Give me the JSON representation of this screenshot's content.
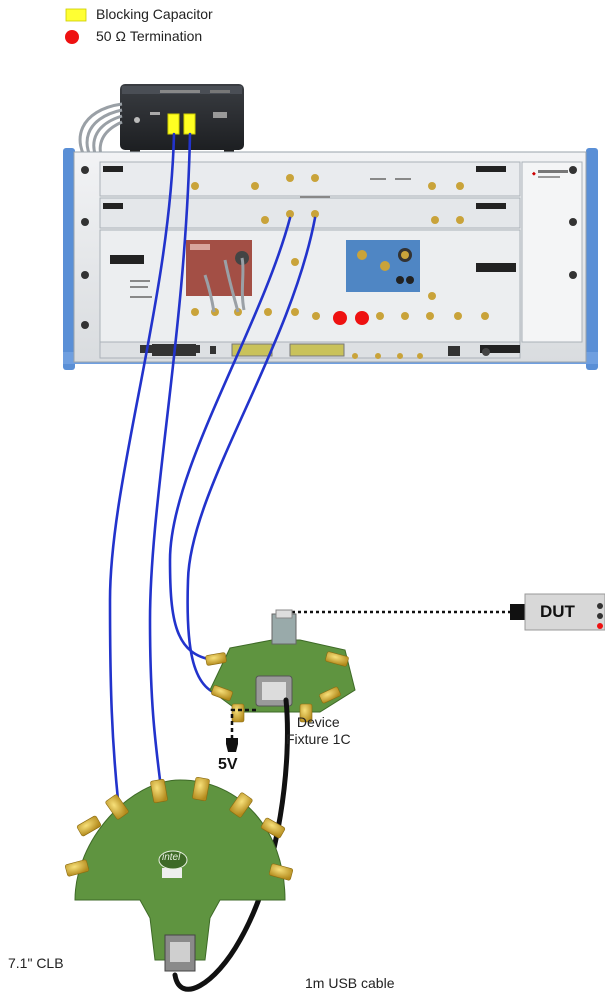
{
  "legend": {
    "items": [
      {
        "label": "Blocking Capacitor",
        "color": "#ffff33"
      },
      {
        "label": "50 Ω Termination",
        "color": "#ff0000"
      }
    ]
  },
  "labels": {
    "dut": "DUT",
    "fixture_line1": "Device",
    "fixture_line2": "Fixture 1C",
    "power": "5V",
    "clb": "7.1\" CLB",
    "usb_cable": "1m USB cable",
    "clb_brand": "intel"
  },
  "colors": {
    "cable_blue": "#2233cc",
    "chassis_blue": "#5a8fd6",
    "board_green": "#5f9440",
    "connector_gold": "#d4b23a",
    "termination_red": "#ee1111",
    "capacitor_yellow": "#ffff22"
  }
}
